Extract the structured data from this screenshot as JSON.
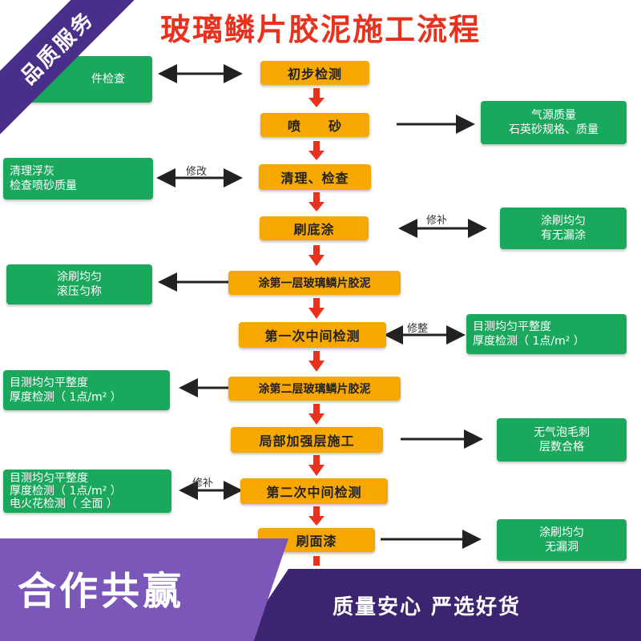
{
  "title": "玻璃鳞片胶泥施工流程",
  "colors": {
    "step": "#f6a800",
    "side": "#1aa85c",
    "arrow_red": "#e8321e",
    "banner_purple": "#4a2f8a"
  },
  "steps": [
    "初步检测",
    "喷　　砂",
    "清理、检查",
    "刷底涂",
    "涂第一层玻璃鳞片胶泥",
    "第一次中间检测",
    "涂第二层玻璃鳞片胶泥",
    "局部加强层施工",
    "第二次中间检测",
    "刷面漆"
  ],
  "left_boxes": [
    [
      "件检查"
    ],
    [
      "清理浮灰",
      "检查喷砂质量"
    ],
    [
      "涂刷均匀",
      "滚压匀称"
    ],
    [
      "目测均匀平整度",
      "厚度检测（ 1点/m² ）"
    ],
    [
      "目测均匀平整度",
      "厚度检测（ 1点/m² ）",
      "电火花检测（ 全面 ）"
    ]
  ],
  "right_boxes": [
    [
      "气源质量",
      "石英砂规格、质量"
    ],
    [
      "涂刷均匀",
      "有无漏涂"
    ],
    [
      "目测均匀平整度",
      "厚度检测（ 1点/m² ）"
    ],
    [
      "无气泡毛刺",
      "层数合格"
    ],
    [
      "涂刷均匀",
      "无漏洞"
    ]
  ],
  "notes": [
    "修改",
    "修补",
    "修整",
    "修补"
  ],
  "corner_label": "品质服务",
  "banner": {
    "main": "合作共赢",
    "sub": "质量安心 严选好货"
  }
}
